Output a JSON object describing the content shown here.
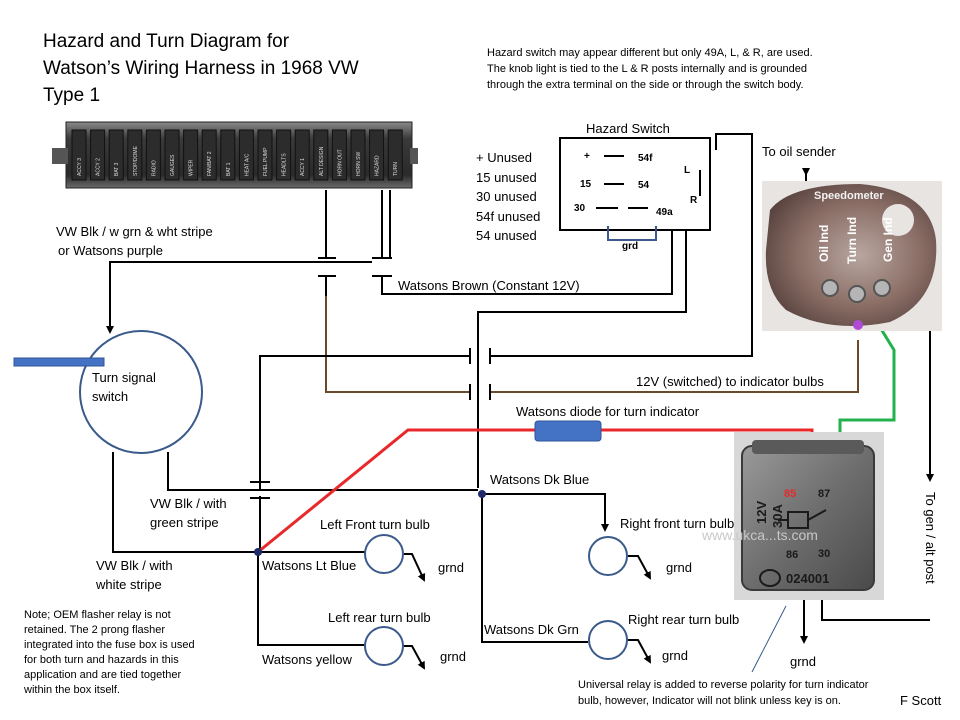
{
  "title": {
    "line1": "Hazard and Turn Diagram for",
    "line2": "Watson’s Wiring Harness in 1968 VW",
    "line3": "Type 1"
  },
  "top_note": {
    "line1": "Hazard switch may appear different but only 49A, L, & R, are used.",
    "line2": "The knob light is tied to the L & R posts internally and is grounded",
    "line3": "through the extra terminal on the side or through the switch body."
  },
  "hazard_switch": {
    "title": "Hazard Switch",
    "unused": [
      "+ Unused",
      "15 unused",
      "30 unused",
      "54f unused",
      "54 unused"
    ],
    "posts": {
      "plus": "+",
      "p54f": "54f",
      "p15": "15",
      "p54": "54",
      "p30": "30",
      "p49a": "49a",
      "L": "L",
      "R": "R",
      "grd": "grd"
    }
  },
  "fuse_box": {
    "labels": [
      "ACCY 3",
      "ACCY 2",
      "BAT 3",
      "STOP/DOME",
      "RADIO",
      "GAUGES",
      "WIPER",
      "FAN/BAT 2",
      "BAT 1",
      "HEAT A/C",
      "FUEL PUMP",
      "HEADLTS",
      "ACCY 1",
      "ALT DESIGN",
      "HORN OUT",
      "HORN SW",
      "HAZARD",
      "TURN"
    ]
  },
  "labels": {
    "vw_blk_grn_wht": "VW Blk / w grn & wht stripe",
    "watsons_purple": "or Watsons purple",
    "watsons_brown": "Watsons Brown   (Constant 12V)",
    "to_oil_sender": "To oil sender",
    "turn_signal_switch_1": "Turn signal",
    "turn_signal_switch_2": "switch",
    "switched_12v": "12V (switched) to indicator bulbs",
    "diode": "Watsons diode for turn indicator",
    "dk_blue": "Watsons Dk Blue",
    "vw_blk_green_1": "VW Blk / with",
    "vw_blk_green_2": "green stripe",
    "vw_blk_white_1": "VW Blk / with",
    "vw_blk_white_2": "white stripe",
    "lt_blue": "Watsons Lt Blue",
    "yellow": "Watsons yellow",
    "dk_grn": "Watsons Dk Grn",
    "left_front": "Left Front  turn bulb",
    "left_rear": "Left rear turn bulb",
    "right_front": "Right front turn bulb",
    "right_rear": "Right rear turn bulb",
    "grnd": "grnd",
    "to_gen": "To gen / alt post",
    "author": "F Scott"
  },
  "bottom_left_note": [
    "Note; OEM flasher relay is not",
    "retained. The 2 prong flasher",
    "integrated into the fuse box is used",
    "for both turn and hazards in this",
    "application and are tied together",
    "within the box itself."
  ],
  "bottom_note": {
    "line1": "Universal relay is added to reverse polarity for turn indicator",
    "line2": "bulb, however,  Indicator will not blink unless key is on."
  },
  "speedometer": {
    "title": "Speedometer",
    "oil": "Oil Ind",
    "turn": "Turn Ind",
    "gen": "Gen Ind"
  },
  "relay": {
    "p85": "85",
    "p87": "87",
    "p86": "86",
    "p30": "30",
    "rating1": "12V",
    "rating2": "30A",
    "part": "024001",
    "watermark": "www.ukca...ts.com"
  },
  "colors": {
    "brown": "#6b4a2b",
    "red": "#e8282a",
    "green": "#22b14c",
    "blue_circle": "#3a5a8c",
    "diode": "#4472c4",
    "purple_dot": "#b04ad6",
    "junction": "#1f2a6b"
  }
}
